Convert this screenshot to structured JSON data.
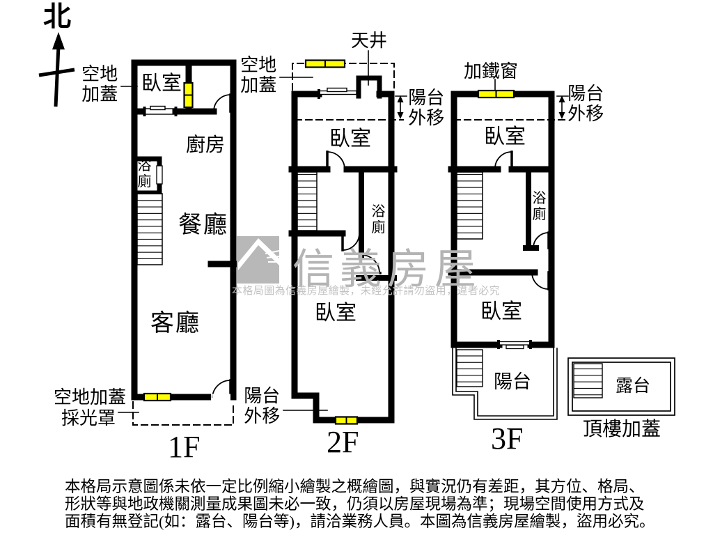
{
  "colors": {
    "wall": "#000000",
    "window_fill": "#ffff00",
    "watermark_gray": "#b4b4b4",
    "background": "#ffffff"
  },
  "compass": {
    "north_label": "北"
  },
  "floor_1f": {
    "floor_label": "1F",
    "ann_vacant_cover_top": "空地加蓋",
    "bedroom": "臥室",
    "kitchen": "廚房",
    "bathroom": "浴廁",
    "dining": "餐廳",
    "living": "客廳",
    "ann_vacant_cover_bottom_line1": "空地加蓋",
    "ann_vacant_cover_bottom_line2": "採光罩"
  },
  "floor_2f": {
    "floor_label": "2F",
    "ann_vacant_cover": "空地加蓋",
    "ann_skylight": "天井",
    "ann_balcony_out_top": "陽台外移",
    "bedroom_top": "臥室",
    "bathroom": "浴廁",
    "bedroom_bottom": "臥室",
    "ann_balcony_out_bottom": "陽台外移"
  },
  "floor_3f": {
    "floor_label": "3F",
    "ann_iron_window": "加鐵窗",
    "ann_balcony_out": "陽台外移",
    "bedroom_top": "臥室",
    "bathroom": "浴廁",
    "bedroom_bottom": "臥室",
    "balcony": "陽台"
  },
  "rooftop": {
    "terrace": "露台",
    "label": "頂樓加蓋"
  },
  "watermark": {
    "brand": "信義房屋",
    "notice": "本格局圖為信義房屋繪製，未經允許請勿盜用，違者必究"
  },
  "disclaimer": {
    "lines": [
      "本格局示意圖係未依一定比例縮小繪製之概繪圖，與實況仍有差距，其方位、格局、",
      "形狀等與地政機關測量成果圖未必一致，仍須以房屋現場為準；現場空間使用方式及",
      "面積有無登記(如：露台、陽台等)，請洽業務人員。本圖為信義房屋繪製，盜用必究。"
    ]
  }
}
